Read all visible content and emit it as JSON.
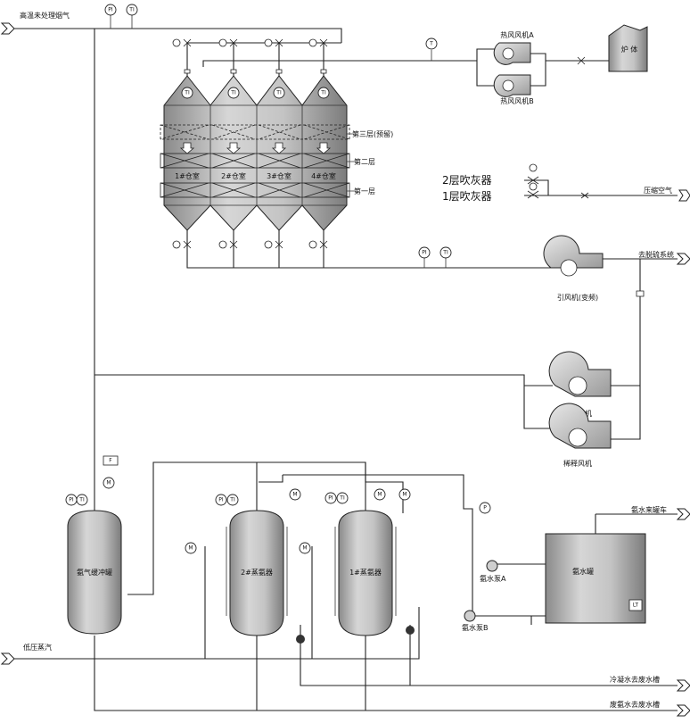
{
  "streams": {
    "inlet_flue_gas": "高温未处理烟气",
    "to_desulfurization": "去脱硫系统",
    "compressed_air": "压缩空气",
    "ammonia_truck": "氨水来罐车",
    "low_pressure_steam": "低压蒸汽",
    "condensate_tank": "冷凝水去废水槽",
    "waste_ammonia_tank": "废氨水去废水槽"
  },
  "equipment": {
    "furnace": "炉 体",
    "hot_fan_a": "热风风机A",
    "hot_fan_b": "热风风机B",
    "chamber_1": "1#仓室",
    "chamber_2": "2#仓室",
    "chamber_3": "3#仓室",
    "chamber_4": "4#仓室",
    "layer_3": "第三层(预留)",
    "layer_2": "第二层",
    "layer_1": "第一层",
    "soot_blower_2": "2层吹灰器",
    "soot_blower_1": "1层吹灰器",
    "induced_fan": "引风机(变频)",
    "dilution_fan_1": "稀释风机",
    "dilution_fan_2": "稀释风机",
    "ammonia_buffer_tank": "氨气缓冲罐",
    "evaporator_2": "2#蒸氨器",
    "evaporator_1": "1#蒸氨器",
    "ammonia_tank": "氨水罐",
    "pump_a": "氨水泵A",
    "pump_b": "氨水泵B"
  },
  "instruments": {
    "pi": "PI",
    "ti": "TI",
    "t": "T",
    "p": "P",
    "m": "M",
    "lt": "LT",
    "f": "F"
  },
  "colors": {
    "line": "#222222",
    "vessel_fill": "#b5b5b5",
    "vessel_dark": "#8a8a8a"
  }
}
